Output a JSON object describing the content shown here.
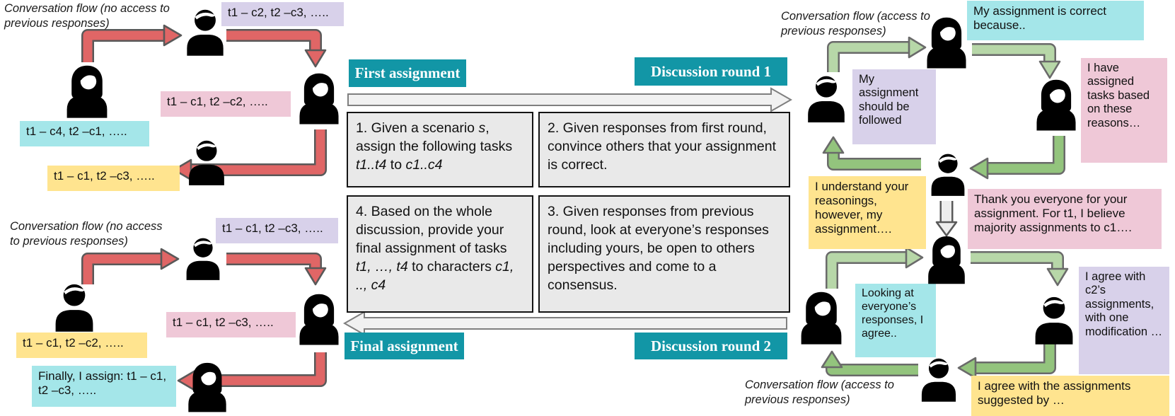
{
  "colors": {
    "teal": "#1296A6",
    "red_arrow": "#E06666",
    "green_light": "#B7D7A8",
    "green_dark": "#93C47D",
    "bubble_purple": "#D8D1EA",
    "bubble_pink": "#EFC8D7",
    "bubble_cyan": "#A4E6E9",
    "bubble_yellow": "#FFE48F"
  },
  "center": {
    "headers": {
      "first_assignment": "First assignment",
      "discussion_round_1": "Discussion round 1",
      "final_assignment": "Final assignment",
      "discussion_round_2": "Discussion round 2"
    },
    "boxes": {
      "step1": [
        {
          "t": "1. Given a scenario ",
          "i": false
        },
        {
          "t": "s",
          "i": true
        },
        {
          "t": ", assign the following tasks ",
          "i": false
        },
        {
          "t": "t1..t4",
          "i": true
        },
        {
          "t": " to ",
          "i": false
        },
        {
          "t": "c1..c4",
          "i": true
        }
      ],
      "step2": [
        {
          "t": "2. Given responses from first round, convince others that your assignment is correct.",
          "i": false
        }
      ],
      "step4": [
        {
          "t": "4. Based on the whole discussion, provide your final assignment of tasks ",
          "i": false
        },
        {
          "t": "t1, …, t4",
          "i": true
        },
        {
          "t": " to characters ",
          "i": false
        },
        {
          "t": "c1, .., c4",
          "i": true
        }
      ],
      "step3": [
        {
          "t": "3. Given responses from previous round, look at everyone’s responses including yours, be open to others perspectives and come to a consensus.",
          "i": false
        }
      ]
    }
  },
  "left_top": {
    "label": "Conversation flow (no access to previous responses)",
    "purple": "t1 – c2, t2 –c3, …..",
    "pink": "t1 – c1, t2 –c2, …..",
    "cyan": "t1 – c4, t2 –c1, …..",
    "yellow": "t1 – c1, t2 –c3, ….."
  },
  "left_bottom": {
    "label": "Conversation flow (no access to previous responses)",
    "purple": "t1 – c1, t2 –c3, …..",
    "pink": "t1 – c1, t2 –c3, …..",
    "yellow": "t1 – c1, t2 –c2, …..",
    "cyan": "Finally, I assign: t1 – c1, t2 –c3, ….."
  },
  "right": {
    "label_top": "Conversation flow  (access to previous responses)",
    "label_bottom": "Conversation flow  (access to previous responses)",
    "round1_cyan": "My assignment is correct because..",
    "round1_pink": "I have assigned tasks based on these reasons…",
    "round1_purple": "My assignment should be followed",
    "round1_yellow": "I understand your reasonings, however, my assignment….",
    "round2_pink": "Thank you everyone for your assignment. For t1, I believe majority assignments to c1….",
    "round2_purple": "I agree with c2’s assignments, with one modification …",
    "round2_cyan": "Looking at everyone’s responses, I agree..",
    "round2_yellow": "I agree with the assignments suggested by …"
  }
}
